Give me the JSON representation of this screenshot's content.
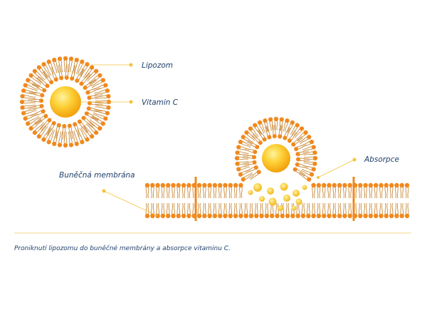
{
  "labels": {
    "liposome": "Lipozom",
    "vitamin": "Vitamin C",
    "absorption": "Absorpce",
    "membrane": "Buněčná membrána"
  },
  "caption": "Proniknutí lipozomu do buněčné membrány a absorpce vitaminu C.",
  "colors": {
    "head": "#f0891e",
    "tail": "#c98a3a",
    "core_light": "#fde15a",
    "core_dark": "#f4a30a",
    "leader": "#f5c33b",
    "text": "#1f3f6b",
    "rule": "#f5d78a"
  }
}
